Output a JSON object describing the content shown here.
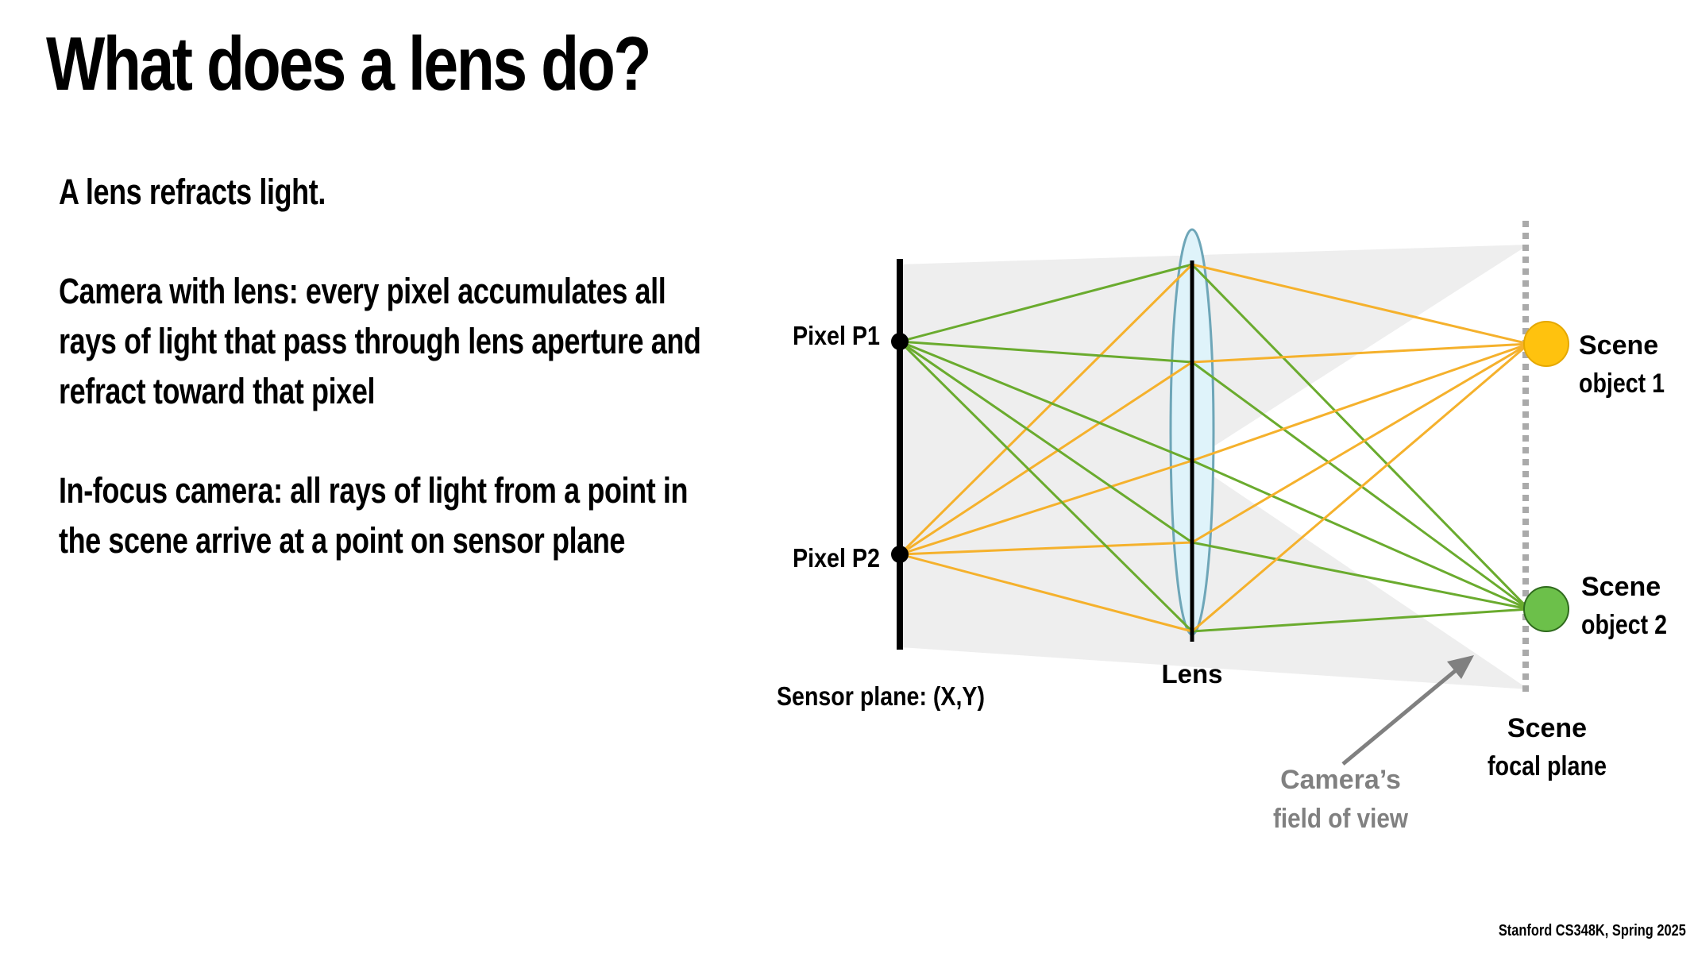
{
  "slide": {
    "title": "What does a lens do?",
    "bullets": [
      "A lens refracts light.",
      "Camera with lens: every pixel accumulates all\nrays of light that pass through lens aperture and\nrefract toward that pixel",
      "In-focus camera:  all rays of light from a point in\nthe scene arrive at a point on sensor plane"
    ],
    "footer": "Stanford CS348K, Spring 2025"
  },
  "diagram": {
    "labels": {
      "pixel_p1": "Pixel P1",
      "pixel_p2": "Pixel P2",
      "sensor_plane": "Sensor plane: (X,Y)",
      "lens": "Lens",
      "scene_object_1_line1": "Scene",
      "scene_object_1_line2": "object 1",
      "scene_object_2_line1": "Scene",
      "scene_object_2_line2": "object 2",
      "focal_plane_line1": "Scene",
      "focal_plane_line2": "focal plane",
      "fov_line1": "Camera’s",
      "fov_line2": "field of view"
    },
    "colors": {
      "green_ray": "#6aab2e",
      "orange_ray": "#f5b12c",
      "object_1_fill": "#ffc20e",
      "object_2_fill": "#6cc04a",
      "lens_fill": "#dff3fa",
      "lens_stroke": "#6ea6b8",
      "fov_fill": "#eeeeee",
      "annotation_gray": "#808080"
    }
  }
}
